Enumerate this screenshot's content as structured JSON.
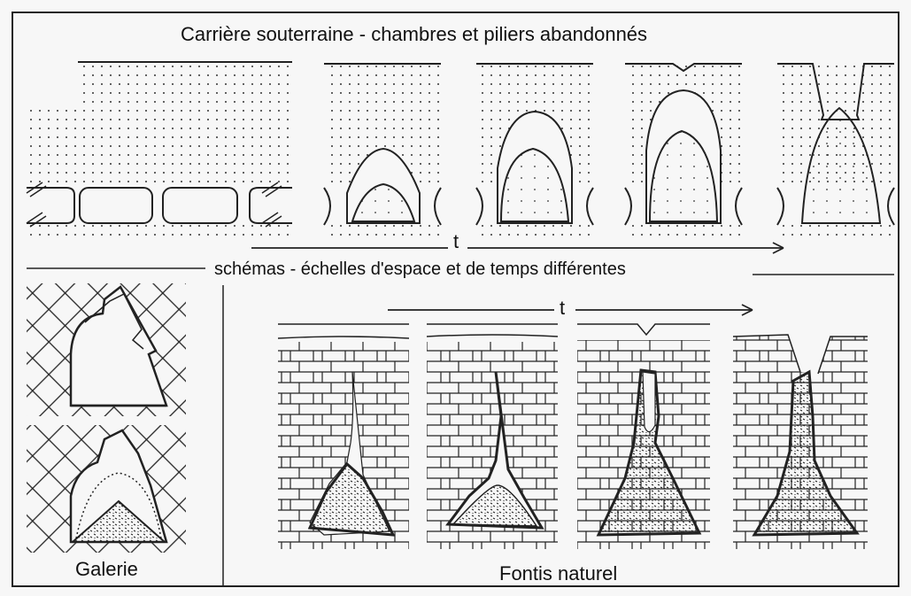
{
  "figure": {
    "title": "Carrière souterraine - chambres et piliers abandonnés",
    "subtitle": "schémas - échelles d'espace et de temps différentes",
    "time_label_top": "t",
    "time_label_bottom": "t",
    "caption_galerie": "Galerie",
    "caption_fontis": "Fontis naturel"
  },
  "colors": {
    "ink": "#111111",
    "paper": "#f7f7f7"
  }
}
